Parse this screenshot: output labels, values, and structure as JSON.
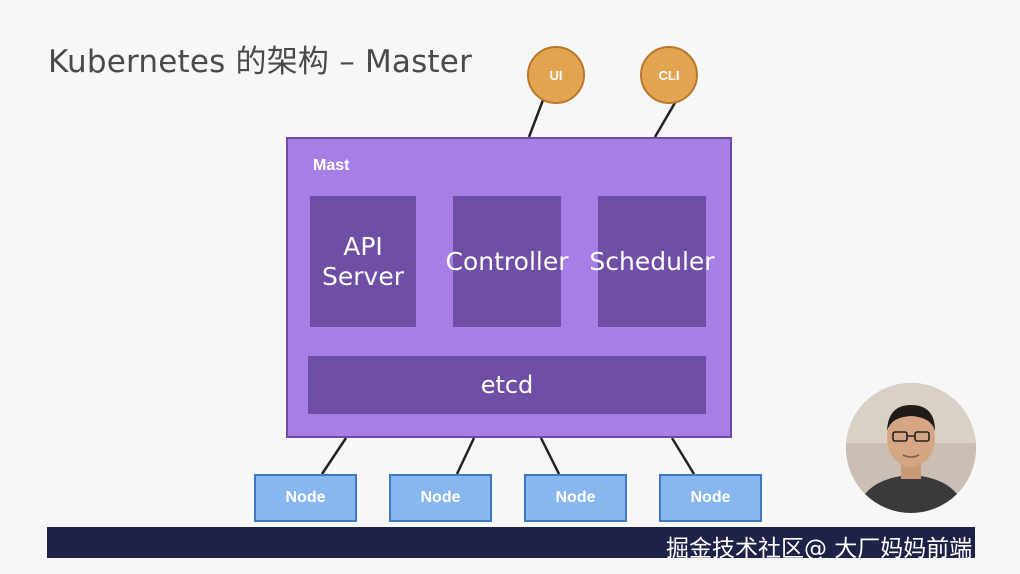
{
  "title": "Kubernetes 的架构 – Master",
  "clients": {
    "ui": "UI",
    "cli": "CLI"
  },
  "master": {
    "label": "Mast",
    "components": {
      "api_server": "API Server",
      "controller": "Controller",
      "scheduler": "Scheduler",
      "etcd": "etcd"
    }
  },
  "nodes": [
    "Node",
    "Node",
    "Node",
    "Node"
  ],
  "watermark": "掘金技术社区@ 大厂妈妈前端",
  "colors": {
    "background": "#f7f7f7",
    "client_fill": "#e2a450",
    "master_fill": "#a67ee6",
    "component_fill": "#6f4ea5",
    "node_fill": "#88b6ef",
    "bottom_bar": "#1e2248"
  },
  "icons": {
    "avatar": "presenter-avatar"
  }
}
